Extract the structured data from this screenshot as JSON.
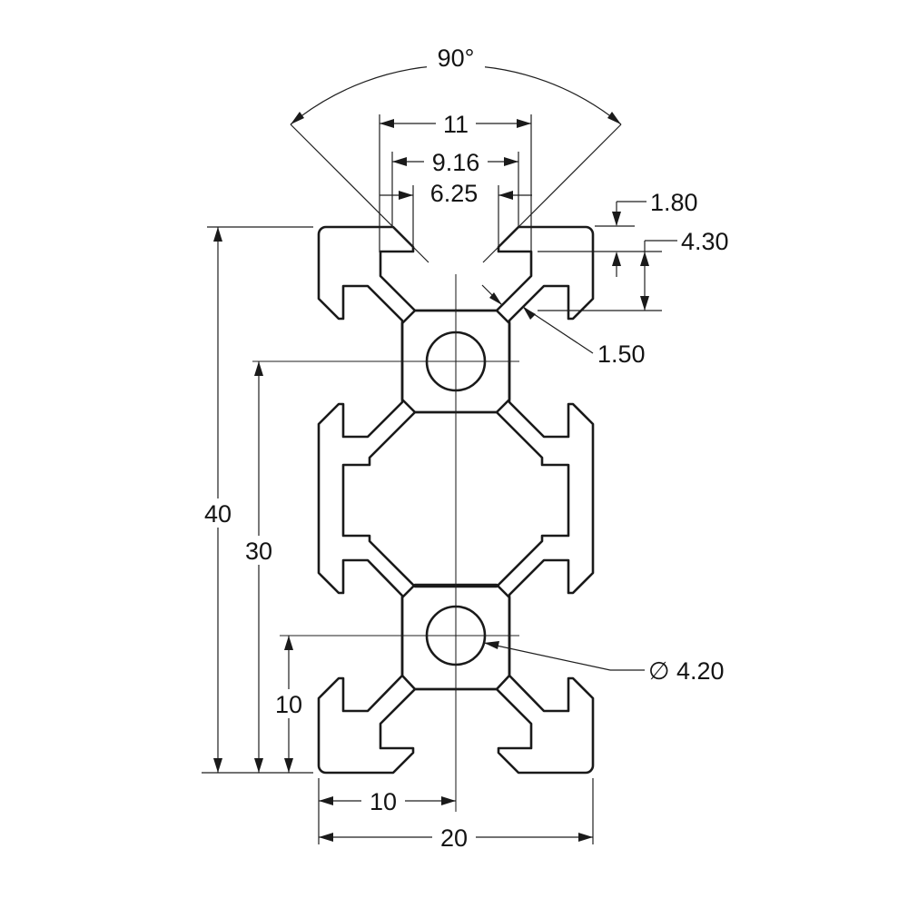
{
  "drawing": {
    "description": "2040 V-slot aluminum extrusion profile cross-section, dimensioned technical drawing",
    "units": "mm",
    "colors": {
      "line": "#1a1a1a",
      "background": "#ffffff"
    },
    "labels": {
      "groove_angle": "90°",
      "slot_inner_width": "11",
      "groove_surface_width": "9.16",
      "slot_opening": "6.25",
      "lip_depth": "1.80",
      "slot_depth": "4.30",
      "web_thickness": "1.50",
      "profile_height": "40",
      "upper_bore_height": "30",
      "lower_bore_height": "10",
      "bore_diameter": "∅ 4.20",
      "bore_offset_x": "10",
      "profile_width": "20"
    }
  }
}
